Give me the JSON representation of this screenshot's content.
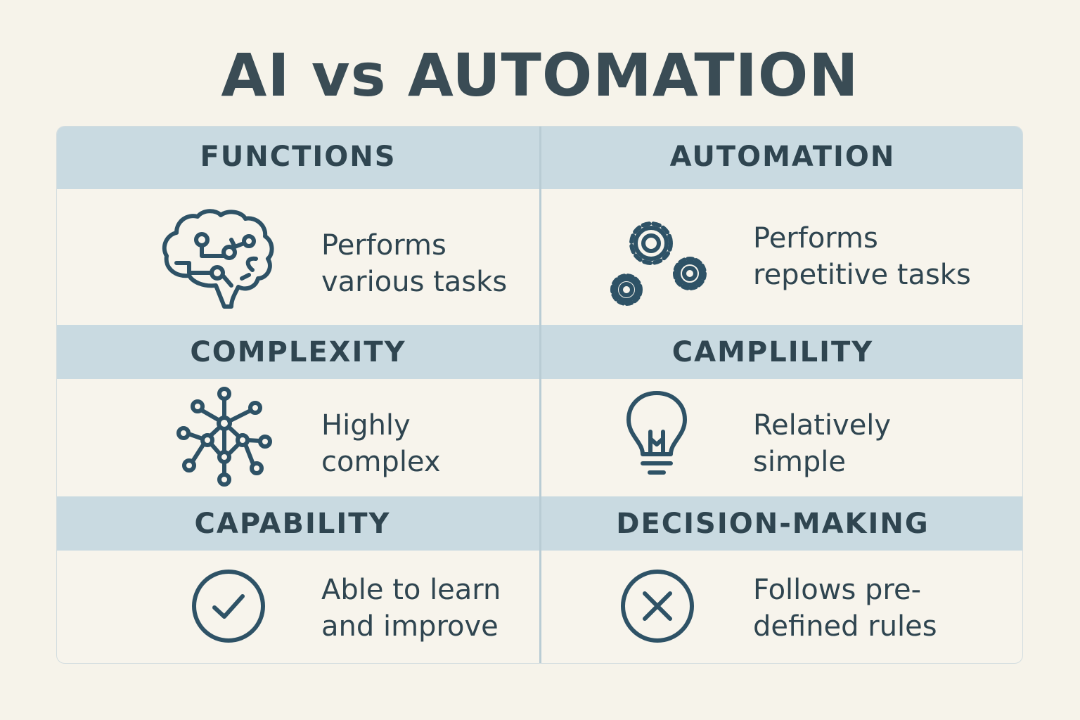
{
  "title": "AI vs AUTOMATION",
  "rows": [
    {
      "left": {
        "header": "FUNCTIONS",
        "icon": "brain-circuit-icon",
        "text1": "Performs",
        "text2": "various tasks"
      },
      "right": {
        "header": "AUTOMATION",
        "icon": "gears-icon",
        "text1": "Performs",
        "text2": "repetitive tasks"
      }
    },
    {
      "left": {
        "header": "COMPLEXITY",
        "icon": "network-icon",
        "text1": "Highly",
        "text2": "complex"
      },
      "right": {
        "header": "CAMPLILITY",
        "icon": "lightbulb-icon",
        "text1": "Relatively",
        "text2": "simple"
      }
    },
    {
      "left": {
        "header": "CAPABILITY",
        "icon": "check-circle-icon",
        "text1": "Able to learn",
        "text2": "and improve"
      },
      "right": {
        "header": "DECISION-MAKING",
        "icon": "x-circle-icon",
        "text1": "Follows pre-",
        "text2": "defined rules"
      }
    }
  ],
  "colors": {
    "background": "#f6f3ea",
    "band": "#c9dae1",
    "text": "#2f4550",
    "icon": "#2e5266"
  }
}
